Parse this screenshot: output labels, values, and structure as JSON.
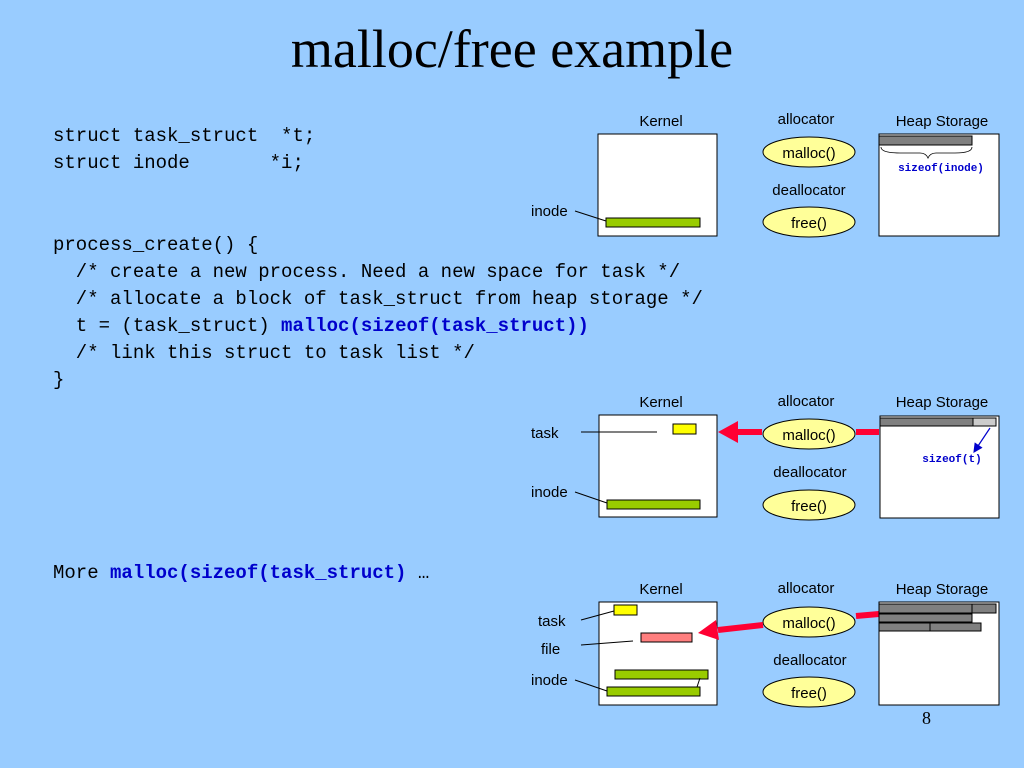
{
  "slide": {
    "title": "malloc/free example",
    "page_number": "8"
  },
  "code": {
    "line1": "struct task_struct  *t;",
    "line2": "struct inode       *i;",
    "line3": "process_create() {",
    "line4": "  /* create a new process. Need a new space for task */",
    "line5": "  /* allocate a block of task_struct from heap storage */",
    "line6_prefix": "  t = (task_struct) ",
    "line6_call": "malloc(sizeof(task_struct))",
    "line7": "  /* link this struct to task list */",
    "line8": "}",
    "more_prefix": "More ",
    "more_call": "malloc(sizeof(task_struct)",
    "more_suffix": " …"
  },
  "diagram1": {
    "kernel_label": "Kernel",
    "allocator_label": "allocator",
    "malloc_label": "malloc()",
    "deallocator_label": "deallocator",
    "free_label": "free()",
    "heap_label": "Heap Storage",
    "inode_label": "inode",
    "heap_annotation": "sizeof(inode)"
  },
  "diagram2": {
    "kernel_label": "Kernel",
    "allocator_label": "allocator",
    "malloc_label": "malloc()",
    "deallocator_label": "deallocator",
    "free_label": "free()",
    "heap_label": "Heap Storage",
    "task_label": "task",
    "inode_label": "inode",
    "heap_annotation": "sizeof(t)"
  },
  "diagram3": {
    "kernel_label": "Kernel",
    "allocator_label": "allocator",
    "malloc_label": "malloc()",
    "deallocator_label": "deallocator",
    "free_label": "free()",
    "heap_label": "Heap Storage",
    "task_label": "task",
    "file_label": "file",
    "inode_label": "inode"
  },
  "colors": {
    "background": "#99ccff",
    "inode_block": "#99cc00",
    "task_block": "#ffff00",
    "file_block": "#ff7f7f",
    "heap_used": "#808080",
    "heap_last": "#cccccc",
    "allocator_oval": "#ffff99",
    "arrow": "#ff0033",
    "annotation": "#0000cc"
  }
}
